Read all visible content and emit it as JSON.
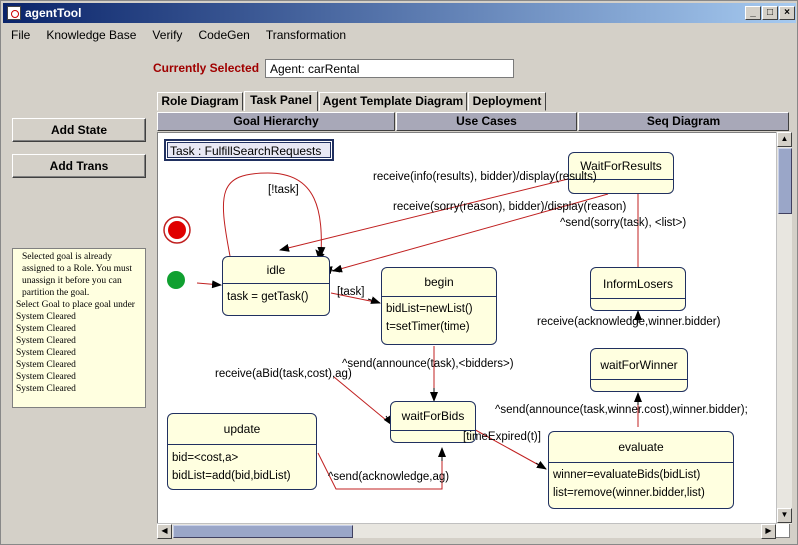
{
  "window": {
    "title": "agentTool"
  },
  "menu": [
    "File",
    "Knowledge Base",
    "Verify",
    "CodeGen",
    "Transformation"
  ],
  "selection": {
    "label": "Currently Selected",
    "value": "Agent: carRental"
  },
  "sidebar": {
    "add_state": "Add State",
    "add_trans": "Add Trans",
    "messages": [
      "Selected goal is already assigned to a Role.  You must unassign it before you can partition the goal.",
      "Select Goal to place goal under",
      "System Cleared",
      "System Cleared",
      "System Cleared",
      "System Cleared",
      "System Cleared",
      "System Cleared",
      "System Cleared"
    ]
  },
  "tabs": [
    "Role Diagram",
    "Task Panel",
    "Agent Template Diagram",
    "Deployment"
  ],
  "active_tab": "Task Panel",
  "subtabs": [
    "Goal Hierarchy",
    "Use Cases",
    "Seq Diagram"
  ],
  "diagram": {
    "task_label": "Task : FulfillSearchRequests",
    "states": {
      "idle": {
        "name": "idle",
        "body": [
          "task = getTask()"
        ]
      },
      "begin": {
        "name": "begin",
        "body": [
          "bidList=newList()",
          "t=setTimer(time)"
        ]
      },
      "waitForBids": {
        "name": "waitForBids",
        "body": []
      },
      "update": {
        "name": "update",
        "body": [
          "bid=<cost,a>",
          "bidList=add(bid,bidList)"
        ]
      },
      "evaluate": {
        "name": "evaluate",
        "body": [
          "winner=evaluateBids(bidList)",
          "list=remove(winner.bidder,list)"
        ]
      },
      "waitForWinner": {
        "name": "waitForWinner",
        "body": []
      },
      "informLosers": {
        "name": "InformLosers",
        "body": []
      },
      "waitForResults": {
        "name": "WaitForResults",
        "body": []
      }
    },
    "edge_labels": {
      "not_task": "[!task]",
      "receive_info": "receive(info(results), bidder)/display(results)",
      "receive_sorry": "receive(sorry(reason), bidder)/display(reason)",
      "send_sorry": "^send(sorry(task), <list>)",
      "task": "[task]",
      "receive_ack": "receive(acknowledge,winner.bidder)",
      "send_announce_bidders": "^send(announce(task),<bidders>)",
      "receive_abid": "receive(aBid(task,cost),ag)",
      "send_announce_winner": "^send(announce(task,winner.cost),winner.bidder);",
      "time_expired": "[timeExpired(t)]",
      "send_ack_ag": "^send(acknowledge,ag)"
    }
  }
}
